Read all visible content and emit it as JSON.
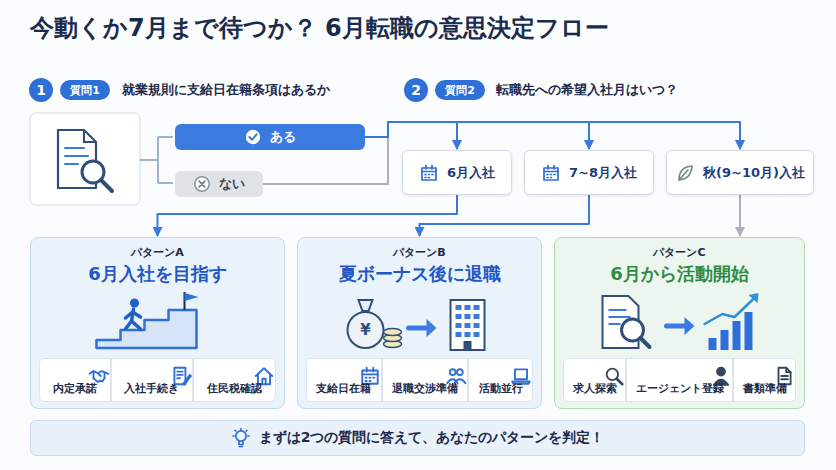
{
  "diagram": {
    "title": "今動くか7月まで待つか？ 6月転職の意思決定フロー",
    "nodes": [
      {
        "text": [
          "1"
        ]
      },
      {
        "text": [
          "質問1"
        ]
      },
      {
        "text": [
          "ある"
        ]
      },
      {
        "text": [
          "ない"
        ]
      },
      {
        "text": [
          "2"
        ]
      },
      {
        "text": [
          "質問2"
        ]
      },
      {
        "text": [
          "6月入社"
        ]
      },
      {
        "text": [
          "7~8月入社"
        ]
      },
      {
        "text": [
          "秋(9~10月)入社"
        ]
      },
      {
        "text": [
          "パターンA",
          "6月入社を目指す"
        ]
      },
      {
        "text": [
          "内定承諾"
        ],
        "in": 9
      },
      {
        "text": [
          "入社手続き"
        ],
        "in": 9
      },
      {
        "text": [
          "住民税確認"
        ],
        "in": 9
      },
      {
        "text": [
          "パターンB",
          "夏ボーナス後に退職"
        ]
      },
      {
        "text": [
          "支給日在籍"
        ],
        "in": 13
      },
      {
        "text": [
          "退職交渉準備"
        ],
        "in": 13
      },
      {
        "text": [
          "活動並行"
        ],
        "in": 13
      },
      {
        "text": [
          "パターンC",
          "6月から活動開始"
        ]
      },
      {
        "text": [
          "求人探索"
        ],
        "in": 17
      },
      {
        "text": [
          "エージェント登録"
        ],
        "in": 17
      },
      {
        "text": [
          "書類準備"
        ],
        "in": 17
      },
      {
        "text": [
          "まずは2つの質問に答えて、あなたのパターンを判定！"
        ]
      }
    ],
    "edges": [
      {
        "from": 2,
        "to": 6,
        "arrow": "to"
      },
      {
        "from": 2,
        "to": 7,
        "arrow": "to"
      },
      {
        "from": 2,
        "to": 8,
        "arrow": "to"
      },
      {
        "from": 3,
        "to": 6,
        "arrow": "to"
      },
      {
        "from": 3,
        "to": 7,
        "arrow": "to"
      },
      {
        "from": 3,
        "to": 8,
        "arrow": "to"
      },
      {
        "from": 6,
        "to": 9,
        "arrow": "to"
      },
      {
        "from": 7,
        "to": 13,
        "arrow": "to"
      },
      {
        "from": 8,
        "to": 17,
        "arrow": "to"
      }
    ],
    "labels": [
      "就業規則に支給日在籍条項はあるか",
      "転職先への希望入社月はいつ？",
      "¥"
    ]
  }
}
